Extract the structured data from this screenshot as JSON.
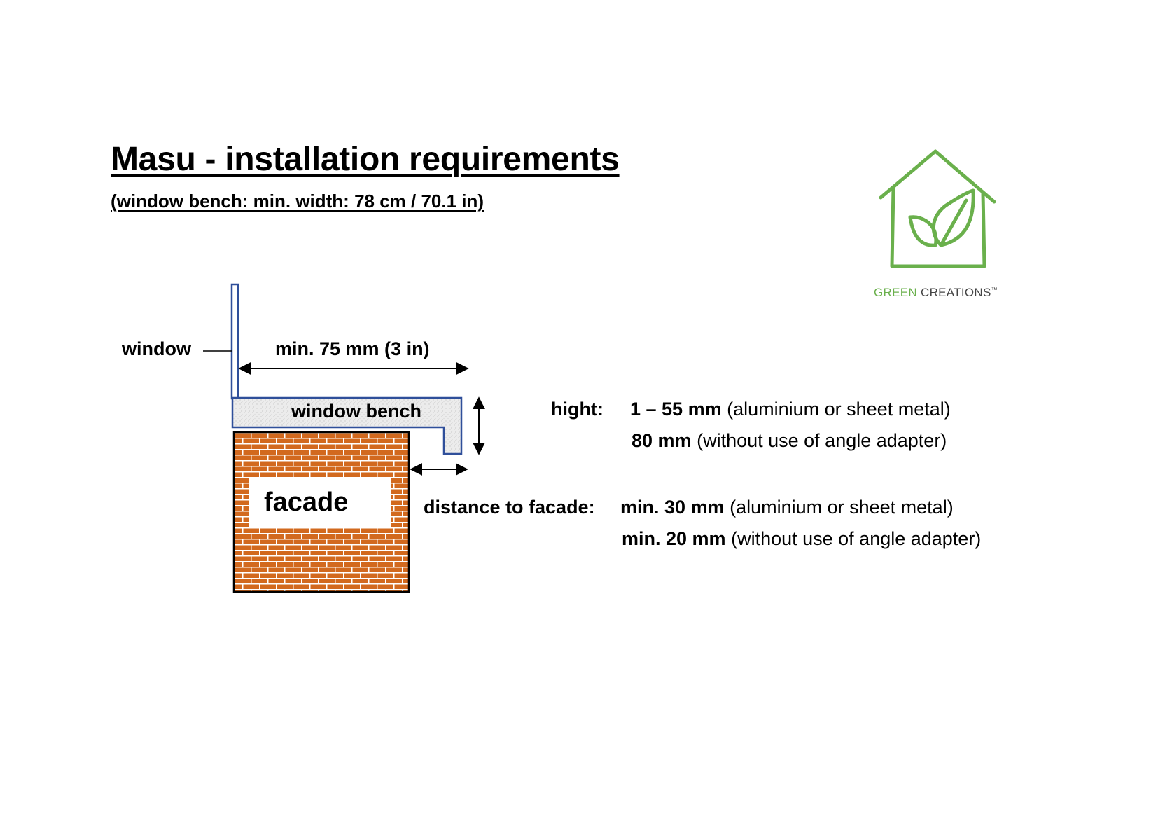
{
  "title": "Masu - installation requirements",
  "subtitle": "(window bench: min. width: 78 cm / 70.1 in)",
  "diagram": {
    "window_label": "window",
    "min_width_label": "min. 75 mm (3 in)",
    "bench_label": "window bench",
    "facade_label": "facade"
  },
  "height_spec": {
    "label": "hight:",
    "line1_value": "1 – 55 mm",
    "line1_note": "(aluminium or sheet metal)",
    "line2_value": "80 mm",
    "line2_note": "(without use of angle adapter)"
  },
  "distance_spec": {
    "label": "distance to facade:",
    "line1_value": "min. 30 mm",
    "line1_note": "(aluminium or sheet metal)",
    "line2_value": "min. 20 mm",
    "line2_note": "(without use of angle adapter)"
  },
  "logo": {
    "word1": "GREEN",
    "word2": "CREATIONS",
    "mark": "™",
    "icon": "house-leaf-icon",
    "color": "#6ab04c"
  },
  "colors": {
    "window_frame": "#2f4f9a",
    "brick": "#d2691e",
    "mortar": "#ffffff",
    "bench_fill": "#e9e9e9"
  }
}
